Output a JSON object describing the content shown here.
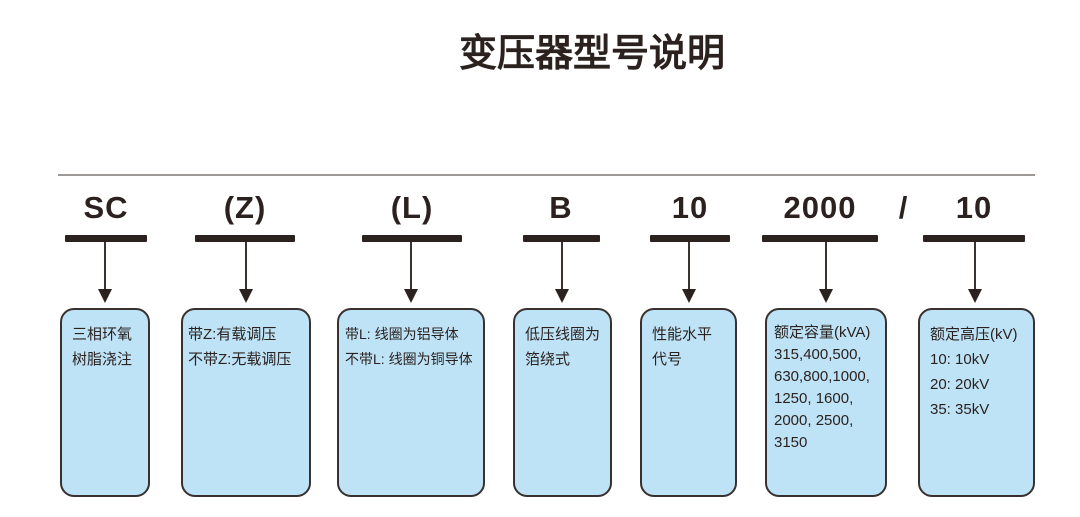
{
  "page": {
    "title": "变压器型号说明"
  },
  "model_code": {
    "separator": "/",
    "full_code": "SC(Z)(L)B10 2000/10"
  },
  "columns": [
    {
      "code": "SC",
      "lines": [
        "三相环氧",
        "树脂浇注"
      ]
    },
    {
      "code": "(Z)",
      "lines": [
        "带Z:有载调压",
        "不带Z:无载调压"
      ]
    },
    {
      "code": "(L)",
      "lines": [
        "带L: 线圈为铝导体",
        "不带L: 线圈为铜导体"
      ]
    },
    {
      "code": "B",
      "lines": [
        "低压线圈为",
        "箔绕式"
      ]
    },
    {
      "code": "10",
      "lines": [
        "性能水平",
        "代号"
      ]
    },
    {
      "code": "2000",
      "lines": [
        "额定容量(kVA)",
        "315,400,500,",
        "630,800,1000,",
        "1250, 1600,",
        "2000, 2500,",
        "3150"
      ]
    },
    {
      "code": "10",
      "lines": [
        "额定高压(kV)",
        "10: 10kV",
        "20: 20kV",
        "35: 35kV"
      ]
    }
  ],
  "colors": {
    "ink": "#2b2220",
    "box_fill": "#bee3f6",
    "box_border": "#39312f",
    "divider": "#9e9896",
    "background": "#ffffff"
  }
}
